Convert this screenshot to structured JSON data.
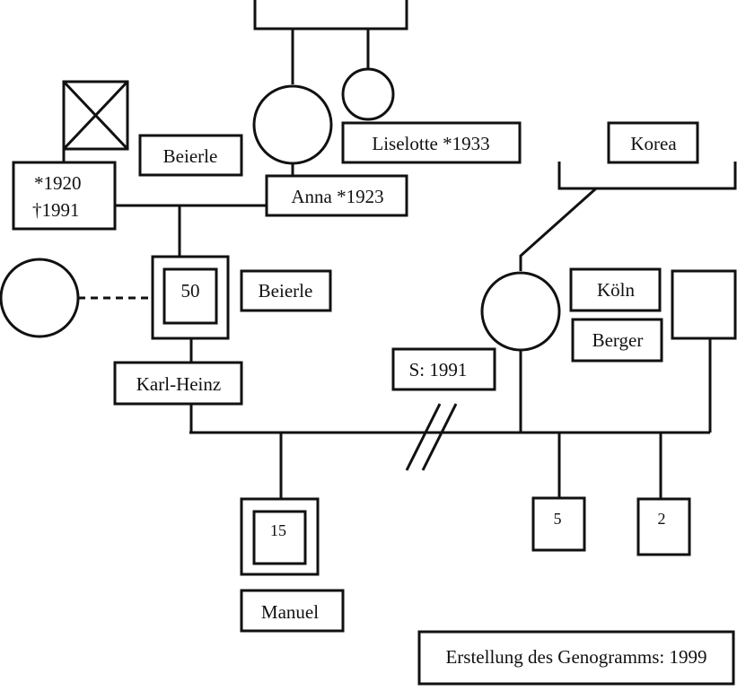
{
  "labels": {
    "grandfather_dates_line1": "*1920",
    "grandfather_dates_line2": "†1991",
    "beierle_top": "Beierle",
    "anna": "Anna *1923",
    "liselotte": "Liselotte *1933",
    "korea": "Korea",
    "beierle_mid": "Beierle",
    "karl_heinz_age": "50",
    "karl_heinz": "Karl-Heinz",
    "koeln": "Köln",
    "berger": "Berger",
    "separation": "S: 1991",
    "manuel_age": "15",
    "manuel": "Manuel",
    "child_2_age": "5",
    "child_3_age": "2",
    "footer": "Erstellung des Genogramms: 1999"
  }
}
